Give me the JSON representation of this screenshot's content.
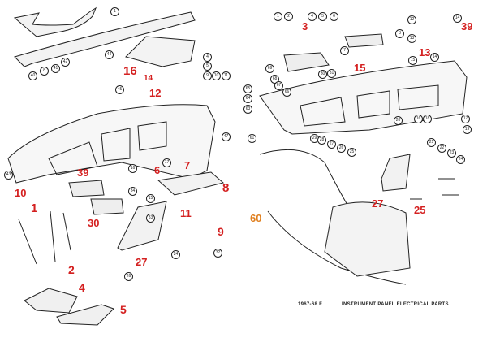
{
  "caption": {
    "year": "1967-68 F",
    "title": "INSTRUMENT PANEL ELECTRICAL PARTS"
  },
  "red_labels": [
    "16",
    "14",
    "12",
    "6",
    "7",
    "8",
    "10",
    "39",
    "1",
    "30",
    "11",
    "9",
    "27",
    "2",
    "4",
    "5",
    "3",
    "39",
    "15",
    "13",
    "27",
    "25"
  ],
  "orange_labels": [
    "60"
  ],
  "callouts": [
    "1",
    "44",
    "40",
    "8",
    "41",
    "42",
    "45",
    "4",
    "5",
    "9",
    "10",
    "11",
    "47",
    "17",
    "16",
    "43",
    "34",
    "15",
    "33",
    "24",
    "26",
    "32",
    "1",
    "2",
    "4",
    "5",
    "6",
    "7",
    "8",
    "12",
    "13",
    "14",
    "14",
    "15",
    "30",
    "31",
    "69",
    "68",
    "67",
    "66",
    "65",
    "64",
    "63",
    "61",
    "16",
    "18",
    "17",
    "19",
    "20",
    "29",
    "28",
    "27",
    "26",
    "25",
    "21",
    "22",
    "23",
    "24"
  ],
  "colors": {
    "label_red": "#d42020",
    "label_orange": "#e08020",
    "line": "#222222"
  }
}
